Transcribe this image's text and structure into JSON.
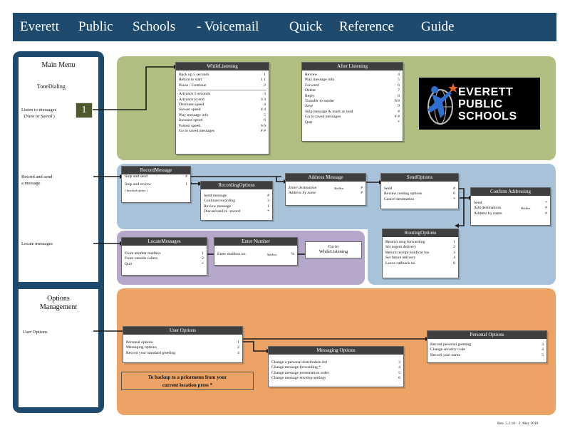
{
  "header": {
    "words": [
      "Everett",
      "Public",
      "Schools",
      "- Voicemail",
      "Quick",
      "Reference",
      "Guide"
    ]
  },
  "sidebar": {
    "main_menu": {
      "title": "Main Menu",
      "subtitle": "ToneDialing",
      "items": [
        {
          "label": "Listen to messages",
          "sub": "(New or Saved )"
        },
        {
          "label": "Record and send",
          "sub": "a message"
        },
        {
          "label": "Locate messages",
          "sub": ""
        }
      ],
      "badge": "1"
    },
    "options": {
      "title_line1": "Options",
      "title_line2": "Management",
      "item": "User Options"
    }
  },
  "panels": {
    "while_listening": {
      "title": "WhileListening",
      "groups": [
        [
          {
            "label": "Back up 5 seconds",
            "key": "1"
          },
          {
            "label": "Return to start",
            "key": "1 1"
          },
          {
            "label": "Pause / Continue",
            "key": "2"
          }
        ],
        [
          {
            "label": "Advance 5 seconds",
            "key": "3"
          },
          {
            "label": "Advance to end",
            "key": "3 3"
          },
          {
            "label": "Decrease speed",
            "key": "4"
          },
          {
            "label": "Slower speed",
            "key": "4 4"
          },
          {
            "label": "Play message info",
            "key": "5"
          },
          {
            "label": "Increase speed",
            "key": "6"
          },
          {
            "label": "Fastest speed",
            "key": "6 6"
          },
          {
            "label": "Go to saved messages",
            "key": "# #"
          }
        ]
      ]
    },
    "after_listening": {
      "title": "After Listening",
      "rows": [
        {
          "label": "Review",
          "key": "4"
        },
        {
          "label": "Play message info",
          "key": "5"
        },
        {
          "label": "Forward",
          "key": "6"
        },
        {
          "label": "Delete",
          "key": "7"
        },
        {
          "label": "Reply",
          "key": "8"
        },
        {
          "label": "Transfer to sender",
          "key": "8 8"
        },
        {
          "label": "Save",
          "key": "9"
        },
        {
          "label": "Skip message & mark as read",
          "key": "#"
        },
        {
          "label": "Go to saved messages",
          "key": "# #"
        },
        {
          "label": "Quit",
          "key": "*"
        }
      ]
    },
    "record_message": {
      "title": "RecordMessage",
      "rows": [
        {
          "label": "Stop and send",
          "key": "#"
        },
        {
          "label": "Stop and review",
          "key": "1"
        }
      ],
      "sub": "( Invoked option )"
    },
    "recording_options": {
      "title": "RecordingOptions",
      "rows": [
        {
          "label": "Send message",
          "key": "#"
        },
        {
          "label": "Continue recording",
          "key": "3"
        },
        {
          "label": "Review message",
          "key": "1"
        },
        {
          "label": "Discard and re -record",
          "key": "*"
        }
      ]
    },
    "address_message": {
      "title": "Address Message",
      "rows": [
        {
          "label": "Enter destination",
          "mid": "Mailbox",
          "key": "#"
        },
        {
          "label": "Address by name",
          "mid": "",
          "key": "#"
        }
      ]
    },
    "send_options": {
      "title": "SendOptions",
      "rows": [
        {
          "label": "Send",
          "key": "#"
        },
        {
          "label": "Review routing options",
          "key": "6"
        },
        {
          "label": "Cancel destination",
          "key": "*"
        }
      ]
    },
    "confirm_addressing": {
      "title": "Confirm Addressing",
      "rows": [
        {
          "label": "Send",
          "mid": "",
          "key": "*"
        },
        {
          "label": "Add destinations",
          "mid": "Mailbox",
          "key": "#"
        },
        {
          "label": "Address by name",
          "mid": "",
          "key": "#"
        }
      ]
    },
    "routing_options": {
      "title": "RoutingOptions",
      "rows": [
        {
          "label": "Restrict msg forwarding",
          "key": "1"
        },
        {
          "label": "Set urgent delivery",
          "key": "2"
        },
        {
          "label": "Return receipt notificat ion",
          "key": "3"
        },
        {
          "label": "Set future delivery",
          "key": "4"
        },
        {
          "label": "Leave callback no.",
          "key": "8"
        }
      ]
    },
    "locate_messages": {
      "title": "LocateMessages",
      "rows": [
        {
          "label": "From another mailbox",
          "key": "1"
        },
        {
          "label": "From outside callers",
          "key": "2"
        },
        {
          "label": "Quit",
          "key": "*"
        }
      ]
    },
    "enter_number": {
      "title": "Enter Number",
      "rows": [
        {
          "label": "Enter mailbox no.",
          "mid": "Mailbox",
          "key": "%"
        }
      ]
    },
    "goto_while_listening": {
      "line1": "Go to",
      "line2": "WhileListening"
    },
    "user_options": {
      "title": "User Options",
      "rows": [
        {
          "label": "Personal options",
          "key": "1"
        },
        {
          "label": "Messaging options",
          "key": "2"
        },
        {
          "label": "Record your standard greeting",
          "key": "4"
        }
      ]
    },
    "messaging_options": {
      "title": "Messaging Options",
      "rows": [
        {
          "label": "Change a personal distribution list",
          "key": "3"
        },
        {
          "label": "Change message forwarding *",
          "key": "4"
        },
        {
          "label": "Change message presentation order",
          "key": "5"
        },
        {
          "label": "Change message envelop settings",
          "key": "6"
        }
      ]
    },
    "personal_options": {
      "title": "Personal Options",
      "rows": [
        {
          "label": "Record personal greeting",
          "key": "3"
        },
        {
          "label": "Change security code",
          "key": "4"
        },
        {
          "label": "Record your name",
          "key": "5"
        }
      ]
    }
  },
  "backup_note": {
    "line1": "To backup to a priormenu from your",
    "line2": "current location press *"
  },
  "logo": {
    "line1": "EVERETT",
    "line2": "PUBLIC",
    "line3": "SCHOOLS"
  },
  "revision": "Rev. 5.2.18 - 2, May 2018",
  "colors": {
    "header_bg": "#1e4a6e",
    "green_region": "#b0be82",
    "blue_region": "#a8c2d9",
    "purple_region": "#b5a7c9",
    "orange_region": "#eda365",
    "panel_header": "#3f3f3f"
  }
}
